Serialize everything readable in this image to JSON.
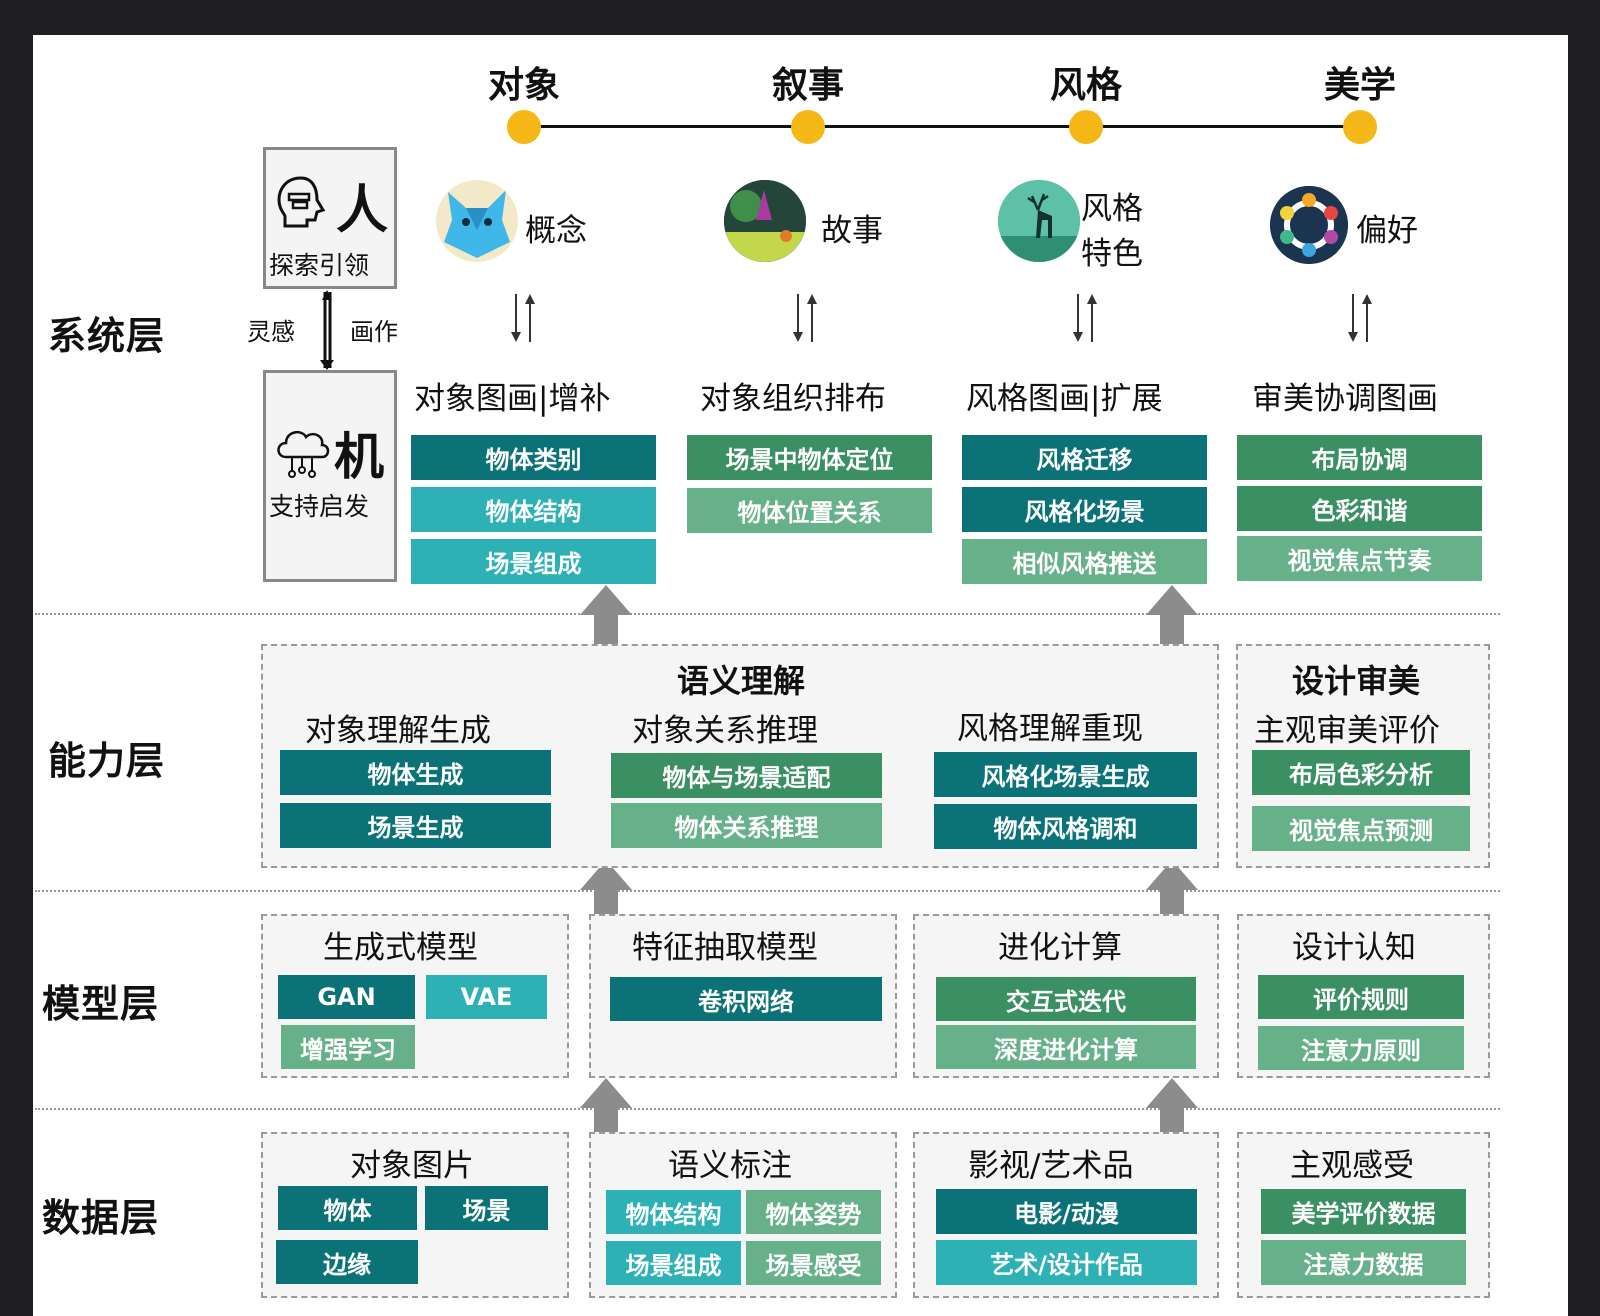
{
  "columns": [
    {
      "title": "对象",
      "icon": "cat-icon",
      "concept": "概念",
      "function": "对象图画|增补",
      "tasks": [
        "物体类别",
        "物体结构",
        "场景组成"
      ]
    },
    {
      "title": "叙事",
      "icon": "forest-scene-icon",
      "concept": "故事",
      "function": "对象组织排布",
      "tasks": [
        "场景中物体定位",
        "物体位置关系"
      ]
    },
    {
      "title": "风格",
      "icon": "deer-icon",
      "concept_line1": "风格",
      "concept_line2": "特色",
      "function": "风格图画|扩展",
      "tasks": [
        "风格迁移",
        "风格化场景",
        "相似风格推送"
      ]
    },
    {
      "title": "美学",
      "icon": "color-wheel-icon",
      "concept": "偏好",
      "function": "审美协调图画",
      "tasks": [
        "布局协调",
        "色彩和谐",
        "视觉焦点节奏"
      ]
    }
  ],
  "layers": {
    "system": "系统层",
    "capability": "能力层",
    "model": "模型层",
    "data": "数据层"
  },
  "human": {
    "icon": "human-head-icon",
    "title": "人",
    "subtitle": "探索引领"
  },
  "machine": {
    "icon": "cloud-network-icon",
    "title": "机",
    "subtitle": "支持启发"
  },
  "link": {
    "left": "灵感",
    "right": "画作"
  },
  "capability": {
    "semantic_title": "语义理解",
    "groups": [
      {
        "title": "对象理解生成",
        "items": [
          "物体生成",
          "场景生成"
        ]
      },
      {
        "title": "对象关系推理",
        "items": [
          "物体与场景适配",
          "物体关系推理"
        ]
      },
      {
        "title": "风格理解重现",
        "items": [
          "风格化场景生成",
          "物体风格调和"
        ]
      }
    ],
    "design": {
      "title": "设计审美",
      "subtitle": "主观审美评价",
      "items": [
        "布局色彩分析",
        "视觉焦点预测"
      ]
    }
  },
  "model": [
    {
      "title": "生成式模型",
      "items": [
        "GAN",
        "VAE",
        "增强学习"
      ]
    },
    {
      "title": "特征抽取模型",
      "items": [
        "卷积网络"
      ]
    },
    {
      "title": "进化计算",
      "items": [
        "交互式迭代",
        "深度进化计算"
      ]
    },
    {
      "title": "设计认知",
      "items": [
        "评价规则",
        "注意力原则"
      ]
    }
  ],
  "data": [
    {
      "title": "对象图片",
      "items": [
        "物体",
        "场景",
        "边缘"
      ]
    },
    {
      "title": "语义标注",
      "items": [
        "物体结构",
        "物体姿势",
        "场景组成",
        "场景感受"
      ]
    },
    {
      "title": "影视/艺术品",
      "items": [
        "电影/动漫",
        "艺术/设计作品"
      ]
    },
    {
      "title": "主观感受",
      "items": [
        "美学评价数据",
        "注意力数据"
      ]
    }
  ],
  "colors": {
    "dark_teal": "#0b7377",
    "light_teal": "#2db1b5",
    "dark_green": "#3a8f63",
    "light_green": "#66b08a",
    "dot": "#f5b716"
  }
}
